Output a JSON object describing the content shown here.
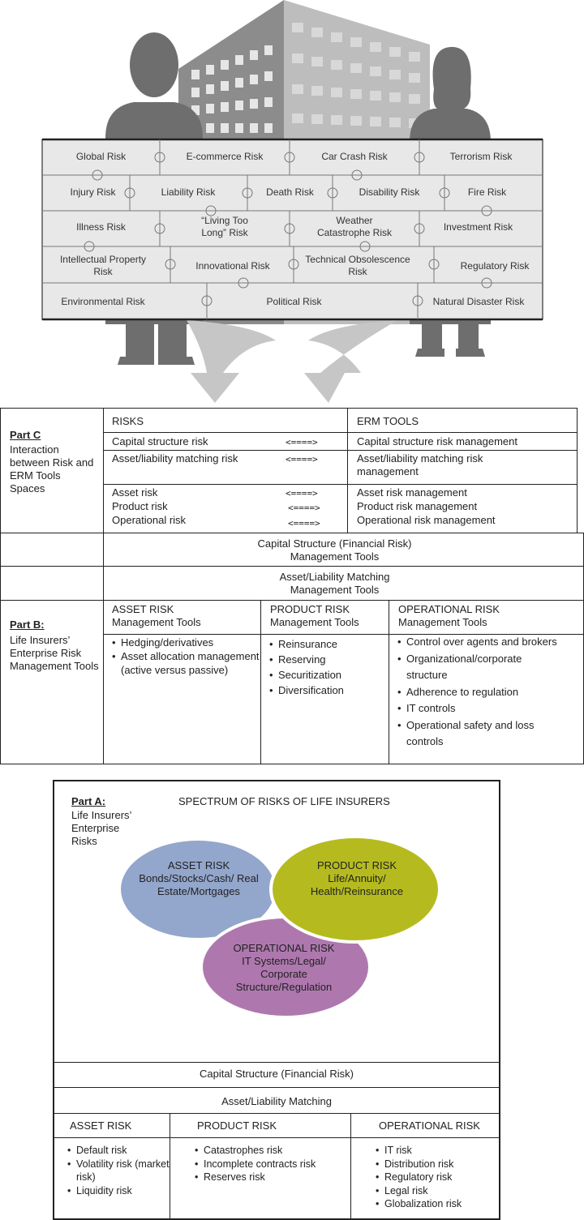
{
  "puzzle": {
    "rows": [
      [
        "Global Risk",
        "E-commerce Risk",
        "Car Crash Risk",
        "Terrorism Risk"
      ],
      [
        "Injury Risk",
        "Liability Risk",
        "Death Risk",
        "Disability Risk",
        "Fire Risk"
      ],
      [
        "Illness Risk",
        "“Living Too Long” Risk",
        "Weather Catastrophe Risk",
        "Investment Risk"
      ],
      [
        "Intellectual Property Risk",
        "Innovational Risk",
        "Technical Obsolescence Risk",
        "Regulatory Risk"
      ],
      [
        "Environmental Risk",
        "Political Risk",
        "Natural Disaster Risk"
      ]
    ]
  },
  "part_c": {
    "label": "Part C",
    "desc": "Interaction between Risk and ERM Tools Spaces",
    "risks_header": "RISKS",
    "tools_header": "ERM TOOLS",
    "arrow": "<====>",
    "rows": [
      {
        "risk": "Capital structure risk",
        "tool": "Capital structure risk management"
      },
      {
        "risk": "Asset/liability matching risk",
        "tool": "Asset/liability matching risk management"
      },
      {
        "risk": "Asset risk",
        "tool": "Asset risk management"
      },
      {
        "risk": "Product risk",
        "tool": "Product risk management"
      },
      {
        "risk": "Operational risk",
        "tool": "Operational risk management"
      }
    ]
  },
  "part_b": {
    "label": "Part B:",
    "desc": "Life Insurers’ Enterprise Risk Management Tools",
    "capital": "Capital Structure (Financial Risk) Management Tools",
    "alm": "Asset/Liability Matching Management Tools",
    "columns": [
      {
        "header": "ASSET RISK Management Tools",
        "items": [
          "Hedging/derivatives",
          "Asset allocation management (active versus passive)"
        ]
      },
      {
        "header": "PRODUCT RISK Management Tools",
        "items": [
          "Reinsurance",
          "Reserving",
          "Securitization",
          "Diversification"
        ]
      },
      {
        "header": "OPERATIONAL RISK Management Tools",
        "items": [
          "Control over agents and brokers",
          "Organizational/corporate structure",
          "Adherence to regulation",
          "IT controls",
          "Operational safety and loss controls"
        ]
      }
    ]
  },
  "part_a": {
    "label": "Part A:",
    "desc": "Life Insurers’ Enterprise Risks",
    "title": "SPECTRUM OF RISKS OF LIFE INSURERS",
    "ellipses": {
      "asset": {
        "title": "ASSET RISK",
        "body": "Bonds/Stocks/Cash/ Real Estate/Mortgages",
        "color": "#93a6cc"
      },
      "product": {
        "title": "PRODUCT RISK",
        "body": "Life/Annuity/ Health/Reinsurance",
        "color": "#b5bb1e"
      },
      "operational": {
        "title": "OPERATIONAL RISK",
        "body": "IT Systems/Legal/ Corporate Structure/Regulation",
        "color": "#ae78ae"
      }
    },
    "capital": "Capital Structure (Financial Risk)",
    "alm": "Asset/Liability Matching",
    "columns": [
      {
        "header": "ASSET RISK",
        "items": [
          "Default risk",
          "Volatility risk (market risk)",
          "Liquidity risk"
        ]
      },
      {
        "header": "PRODUCT RISK",
        "items": [
          "Catastrophes risk",
          "Incomplete contracts risk",
          "Reserves risk"
        ]
      },
      {
        "header": "OPERATIONAL RISK",
        "items": [
          "IT risk",
          "Distribution risk",
          "Regulatory risk",
          "Legal risk",
          "Globalization risk"
        ]
      }
    ]
  }
}
